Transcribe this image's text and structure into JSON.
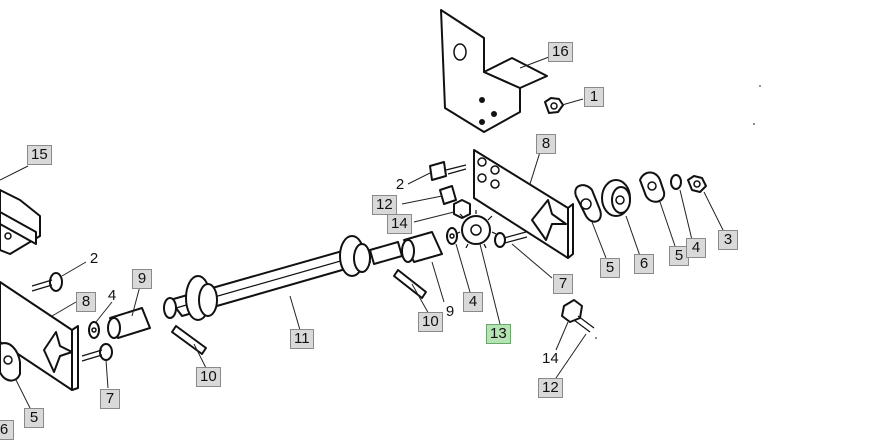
{
  "callouts": [
    {
      "id": "c16",
      "text": "16"
    },
    {
      "id": "c1",
      "text": "1"
    },
    {
      "id": "c8r",
      "text": "8"
    },
    {
      "id": "c2r",
      "text": "2"
    },
    {
      "id": "c12r",
      "text": "12"
    },
    {
      "id": "c14r",
      "text": "14"
    },
    {
      "id": "c5r1",
      "text": "5"
    },
    {
      "id": "c6r",
      "text": "6"
    },
    {
      "id": "c5r2",
      "text": "5"
    },
    {
      "id": "c4r",
      "text": "4"
    },
    {
      "id": "c3",
      "text": "3"
    },
    {
      "id": "c7r",
      "text": "7"
    },
    {
      "id": "c4m",
      "text": "4"
    },
    {
      "id": "c13",
      "text": "13",
      "selected": true
    },
    {
      "id": "c9m",
      "text": "9"
    },
    {
      "id": "c10m",
      "text": "10"
    },
    {
      "id": "c11",
      "text": "11"
    },
    {
      "id": "c15",
      "text": "15"
    },
    {
      "id": "c2l",
      "text": "2"
    },
    {
      "id": "c9l",
      "text": "9"
    },
    {
      "id": "c4l",
      "text": "4"
    },
    {
      "id": "c8l",
      "text": "8"
    },
    {
      "id": "c10l",
      "text": "10"
    },
    {
      "id": "c7l",
      "text": "7"
    },
    {
      "id": "c5l",
      "text": "5"
    },
    {
      "id": "c6l",
      "text": "6"
    },
    {
      "id": "c14b",
      "text": "14"
    },
    {
      "id": "c12b",
      "text": "12"
    }
  ],
  "colors": {
    "label_bg": "#d9d9d9",
    "label_border": "#8a8a8a",
    "selected_label_bg": "#b5e3b3",
    "line": "#111111"
  }
}
